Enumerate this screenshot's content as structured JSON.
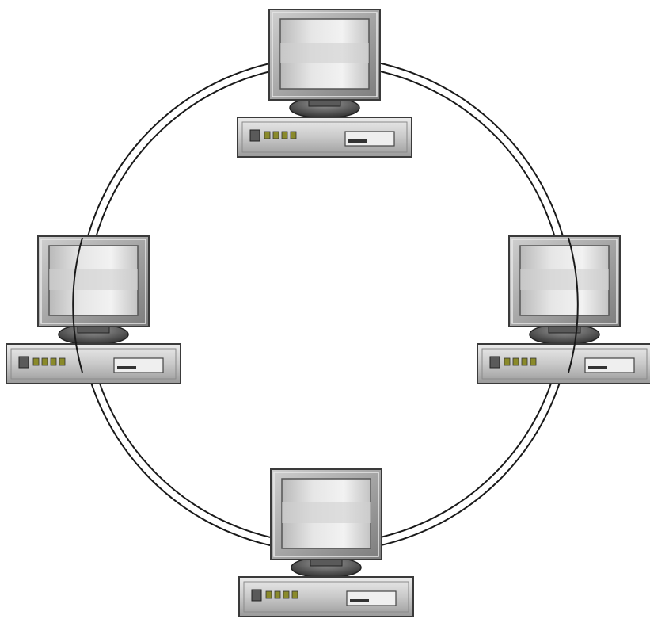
{
  "diagram": {
    "topology": "ring",
    "nodes": [
      {
        "id": "top",
        "icon": "desktop-computer-icon"
      },
      {
        "id": "right",
        "icon": "desktop-computer-icon"
      },
      {
        "id": "bottom",
        "icon": "desktop-computer-icon"
      },
      {
        "id": "left",
        "icon": "desktop-computer-icon"
      }
    ],
    "colors": {
      "ring_line": "#1a1a1a",
      "monitor_bezel": "#a9a9a9",
      "screen": "#dcdcdc",
      "case": "#c8c8c8",
      "led": "#8a8a2a",
      "outline": "#3a3a3a"
    }
  }
}
